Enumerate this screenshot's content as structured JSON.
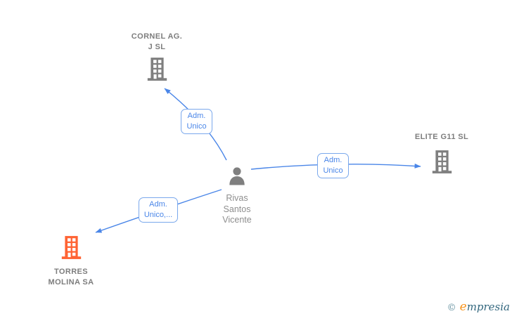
{
  "colors": {
    "edge_blue": "#4a86e8",
    "node_gray": "#7f7f7f",
    "highlight_orange": "#ff6333",
    "company_text_gray": "#7d7d7d",
    "person_text_gray": "#8e8e8e",
    "watermark_teal": "#33677e",
    "watermark_orange": "#f7941d"
  },
  "person": {
    "icon": "person-icon",
    "name_line1": "Rivas",
    "name_line2": "Santos",
    "name_line3": "Vicente"
  },
  "companies": {
    "cornel": {
      "icon": "building-icon",
      "name_line1": "CORNEL AG.",
      "name_line2": "J SL"
    },
    "elite": {
      "icon": "building-icon",
      "name_line1": "ELITE G11 SL"
    },
    "torres": {
      "icon": "building-icon",
      "name_line1": "TORRES",
      "name_line2": "MOLINA SA"
    }
  },
  "edges": {
    "person_to_cornel": {
      "label_line1": "Adm.",
      "label_line2": "Unico"
    },
    "person_to_elite": {
      "label_line1": "Adm.",
      "label_line2": "Unico"
    },
    "person_to_torres": {
      "label_line1": "Adm.",
      "label_line2": "Unico,..."
    }
  },
  "watermark": {
    "copyright_symbol": "©",
    "brand_initial": "e",
    "brand_rest": "mpresia"
  }
}
